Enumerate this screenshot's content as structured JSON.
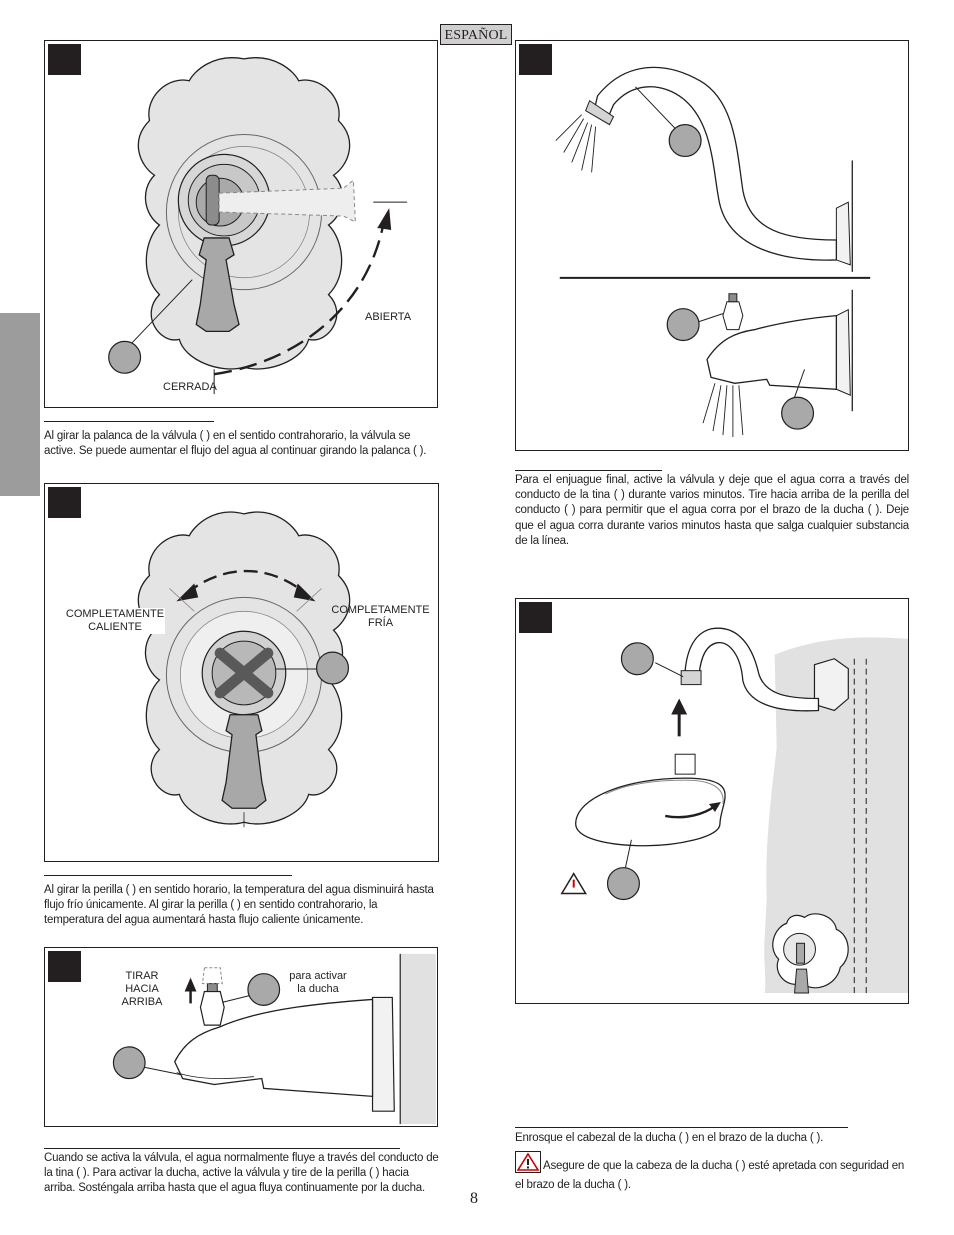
{
  "header": {
    "language_tab": "ESPAÑOL",
    "page_number": "8"
  },
  "step1": {
    "label_open": "ABIERTA",
    "label_closed": "CERRADA",
    "caption": "Al girar la palanca de la válvula (      ) en el sentido contrahorario, la válvula se active. Se puede aumentar el flujo del agua al continuar girando la palanca (      )."
  },
  "step2": {
    "label_hot": "COMPLETAMENTE CALIENTE",
    "label_cold": "COMPLETAMENTE FRÍA",
    "caption": "Al girar la perilla (      ) en sentido horario, la temperatura del agua disminuirá hasta flujo frío únicamente. Al girar la perilla (      ) en sentido contrahorario, la temperatura del agua aumentará hasta flujo caliente únicamente."
  },
  "step3": {
    "label_pull": "TIRAR HACIA ARRIBA",
    "label_activate": "para activar la ducha",
    "caption": "Cuando se activa la válvula, el agua normalmente fluye a través del conducto de la tina (      ). Para activar la ducha, active la válvula y tire de la perilla (      ) hacia arriba. Sosténgala arriba hasta que el agua fluya continuamente por la ducha."
  },
  "step4": {
    "caption": "Para el enjuague final, active la válvula y deje que el agua corra a través del conducto de la tina (      ) durante varios minutos. Tire hacia arriba de la perilla del conducto (      ) para permitir que el agua corra por el brazo de la ducha (      ). Deje que el agua corra durante varios minutos hasta que salga cualquier substancia de la línea."
  },
  "step5": {
    "caption": "Enrosque el cabezal de la ducha (      ) en el brazo de la ducha (      ).",
    "warning": "Asegure de que la cabeza de la ducha (      ) esté apretada con seguridad en el brazo de la ducha (      )."
  }
}
